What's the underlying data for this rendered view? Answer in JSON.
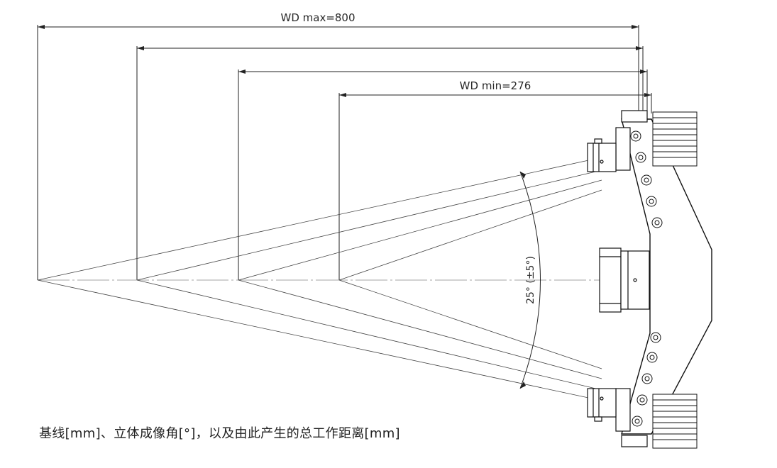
{
  "dimensions": {
    "wd_max_label": "WD max=800",
    "wd_min_label": "WD min=276"
  },
  "angle": {
    "label": "25° (±5°)"
  },
  "caption": "基线[mm]、立体成像角[°]，以及由此产生的总工作距离[mm]"
}
